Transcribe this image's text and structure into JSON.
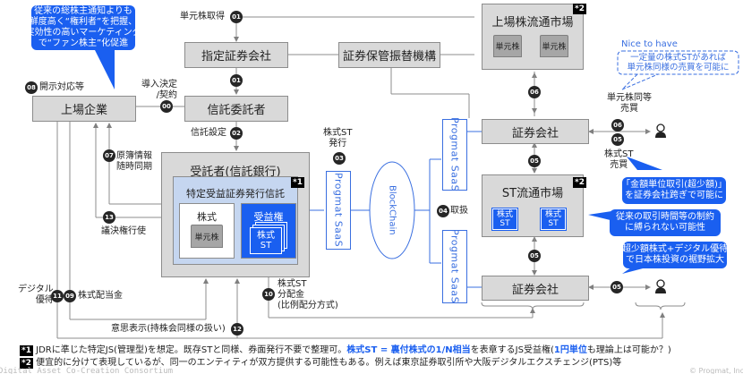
{
  "callouts": {
    "top_left": [
      "従来の総株主通知よりも",
      "鮮度高く“権利者”を把握、",
      "実効性の高いマーケティング",
      "で“ファン株主”化促進"
    ],
    "nice_to_have_title": "Nice to have",
    "nice_to_have": [
      "一定量の株式STがあれば",
      "単元株同様の売買を可能に"
    ],
    "amount_unit": [
      "「金額単位取引(超少額)」",
      "を証券会社跨ぎで可能に"
    ],
    "trading_time": [
      "従来の取引時間等の制約",
      "に縛られない可能性"
    ],
    "micro_stock": [
      "超少額株式+デジタル優待",
      "で日本株投資の裾野拡大"
    ]
  },
  "boxes": {
    "listed_company": "上場企業",
    "designated_securities": "指定証券会社",
    "trustor": "信託委託者",
    "depository": "証券保管振替機構",
    "listed_market": "上場株流通市場",
    "securities_company_top": "証券会社",
    "st_market": "ST流通市場",
    "securities_company_bottom": "証券会社",
    "trustee": "受託者(信託銀行)",
    "trust": "特定受益証券発行信託",
    "stock": "株式",
    "beneficial_right": "受益権",
    "blockchain": "BlockChain",
    "progmat_saas": "Progmat SaaS"
  },
  "docs": {
    "unit_share": "単元株",
    "stock_st": [
      "株式",
      "ST"
    ]
  },
  "badges": {
    "b00": "00",
    "b01": "01",
    "b02": "02",
    "b03": "03",
    "b04": "04",
    "b05": "05",
    "b06": "06",
    "b07": "07",
    "b08": "08",
    "b09": "09",
    "b10": "10",
    "b11": "11",
    "b12": "12",
    "b13": "13"
  },
  "labels": {
    "unit_share_acquire": "単元株取得",
    "disclosure": "開示対応等",
    "introduce": [
      "導入決定",
      "/契約"
    ],
    "trust_setting": "信託設定",
    "ledger_sync": [
      "原簿情報",
      "随時同期"
    ],
    "voting": "議決権行使",
    "st_issue": [
      "株式ST",
      "発行"
    ],
    "handling": "取扱",
    "unit_equiv_trade": [
      "単元株同等",
      "売買"
    ],
    "st_trade": [
      "株式ST",
      "売買"
    ],
    "digital_benefit": [
      "デジタル",
      "優待"
    ],
    "dividend": "株式配当金",
    "st_distribution": [
      "株式ST",
      "分配金",
      "(比例配分方式)"
    ],
    "intent": "意思表示(持株会同様の扱い)"
  },
  "note_marks": {
    "n1": "*1",
    "n2": "*2"
  },
  "footnotes": {
    "f1_a": "JDRに準じた特定JS(管理型)を想定。既存STと同様、券面発行不要で整理可。",
    "f1_em1": "株式ST = 裏付株式の1/N相当",
    "f1_b": "を表章するJS受益権(",
    "f1_em2": "1円単位",
    "f1_c": "も理論上は可能か？)",
    "f2": "便宜的に分けて表現しているが、同一のエンティティが双方提供する可能性もある。例えば東京証券取引所や大阪デジタルエクスチェンジ(PTS)等"
  },
  "watermark_left": "Digital Asset Co-Creation Consortium",
  "watermark_right": "© Progmat, Inc."
}
